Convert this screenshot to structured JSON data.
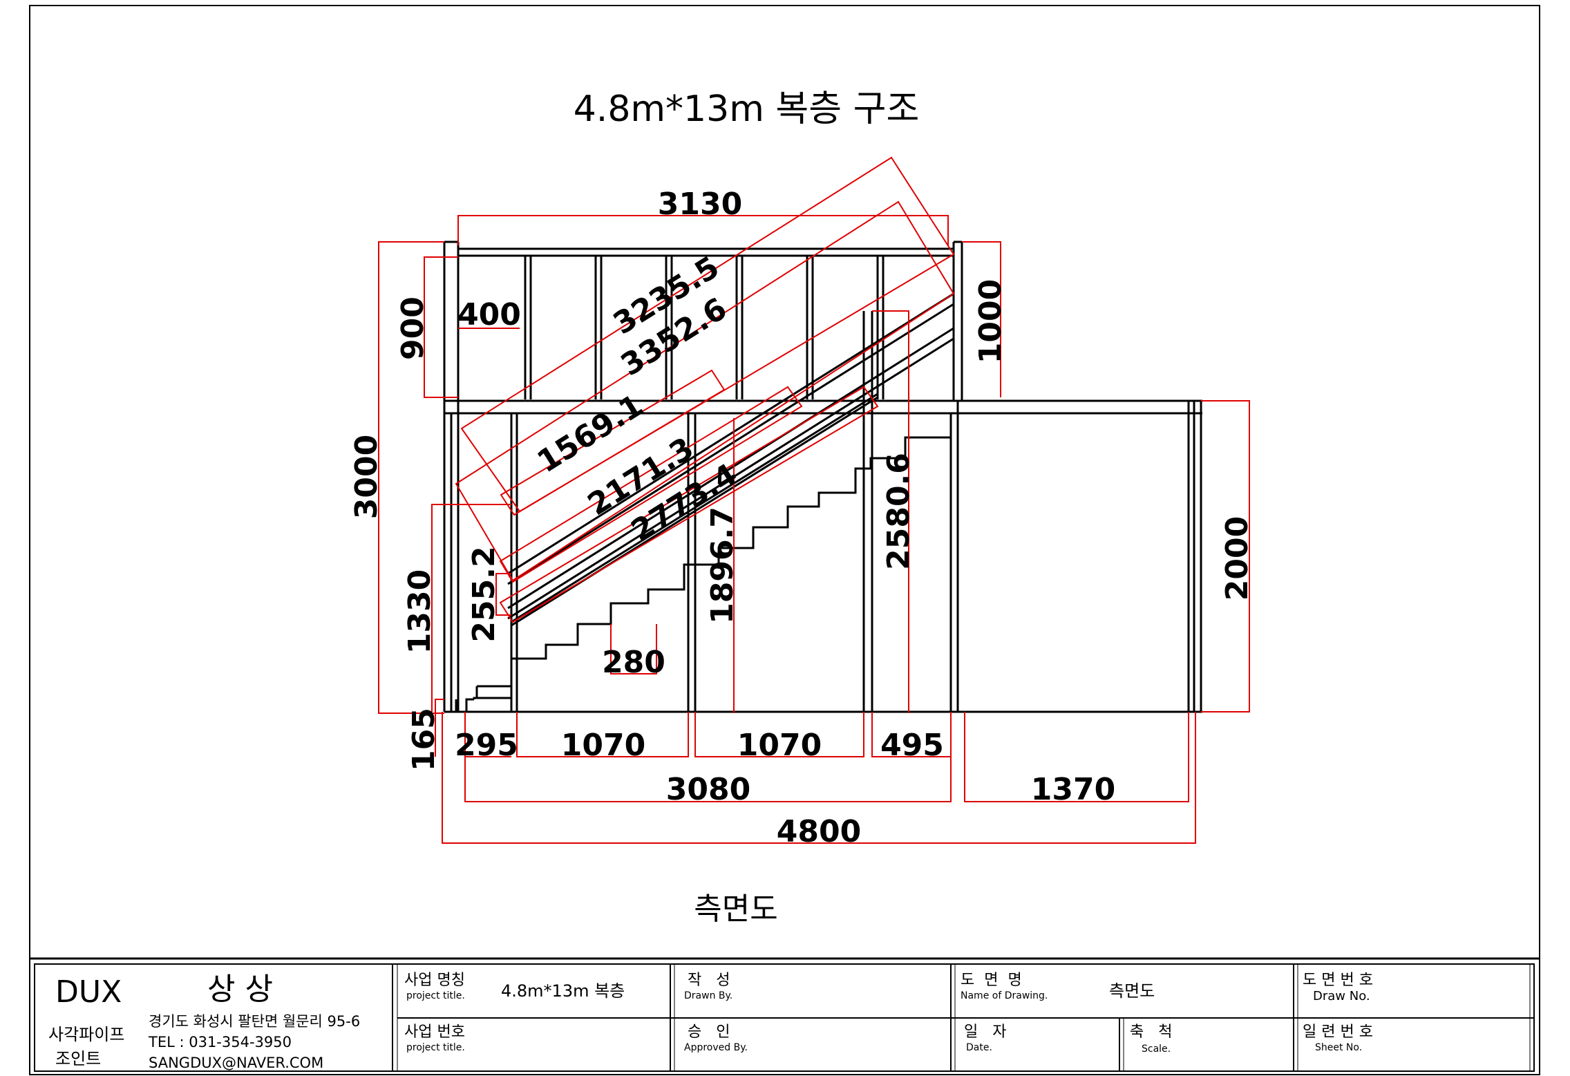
{
  "title": "4.8m*13m 복층 구조",
  "view_label": "측면도",
  "dimensions": {
    "top_width": "3130",
    "right_rail_height": "1000",
    "upper_rail_height": "900",
    "post_spacing": "400",
    "total_height": "3000",
    "stair_len_a": "3235.5",
    "stair_len_b": "3352.6",
    "stair_len_c": "1569.1",
    "stair_len_d": "2171.3",
    "stair_len_e": "2773.4",
    "height_2580": "2580.6",
    "height_1896": "1896.7",
    "right_height": "2000",
    "left_height": "1330",
    "step_rise": "255.2",
    "step_run": "280",
    "base_height": "165",
    "seg_295": "295",
    "seg_1070a": "1070",
    "seg_1070b": "1070",
    "seg_495": "495",
    "seg_3080": "3080",
    "seg_1370": "1370",
    "seg_4800": "4800"
  },
  "title_block": {
    "brand": "DUX",
    "brand_kr": "상 상",
    "company_1": "사각파이프",
    "company_2": "조인트",
    "address": "경기도 화성시 팔탄면 월문리 95-6",
    "tel": "TEL : 031-354-3950",
    "email": "SANGDUX@NAVER.COM",
    "project_name_kr": "사업 명칭",
    "project_name_en": "project title.",
    "project_name_value": "4.8m*13m 복층",
    "project_no_kr": "사업 번호",
    "project_no_en": "project title.",
    "drawn_kr": "작   성",
    "drawn_en": "Drawn By.",
    "approved_kr": "승   인",
    "approved_en": "Approved By.",
    "drawing_name_kr": "도  면  명",
    "drawing_name_en": "Name of Drawing.",
    "drawing_name_value": "측면도",
    "date_kr": "일   자",
    "date_en": "Date.",
    "scale_kr": "축   척",
    "scale_en": "Scale.",
    "draw_no_kr": "도 면 번 호",
    "draw_no_en": "Draw No.",
    "sheet_no_kr": "일 련 번 호",
    "sheet_no_en": "Sheet No."
  },
  "colors": {
    "structure": "#000000",
    "dimension": "#e00000"
  }
}
